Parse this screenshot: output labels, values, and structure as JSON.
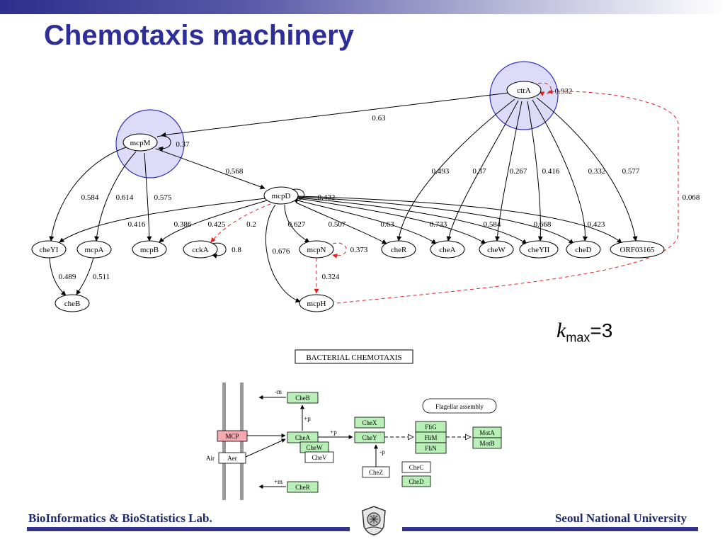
{
  "slide": {
    "title": "Chemotaxis machinery",
    "kmax": {
      "k": "k",
      "sub": "max",
      "eq": "=3"
    }
  },
  "network": {
    "nodes": [
      {
        "id": "ctrA",
        "label": "ctrA",
        "highlight": true
      },
      {
        "id": "mcpM",
        "label": "mcpM",
        "highlight": true
      },
      {
        "id": "mcpD",
        "label": "mcpD"
      },
      {
        "id": "cheYI",
        "label": "cheYI"
      },
      {
        "id": "mcpA",
        "label": "mcpA"
      },
      {
        "id": "mcpB",
        "label": "mcpB"
      },
      {
        "id": "cckA",
        "label": "cckA"
      },
      {
        "id": "mcpN",
        "label": "mcpN"
      },
      {
        "id": "cheR",
        "label": "cheR"
      },
      {
        "id": "cheA",
        "label": "cheA"
      },
      {
        "id": "cheW",
        "label": "cheW"
      },
      {
        "id": "cheYII",
        "label": "cheYII"
      },
      {
        "id": "cheD",
        "label": "cheD"
      },
      {
        "id": "ORF03165",
        "label": "ORF03165"
      },
      {
        "id": "cheB",
        "label": "cheB"
      },
      {
        "id": "mcpH",
        "label": "mcpH"
      }
    ],
    "edges": [
      {
        "from": "ctrA",
        "to": "mcpM",
        "weight": "0.63"
      },
      {
        "from": "ctrA",
        "to": "ctrA",
        "weight": "0.932",
        "style": "red"
      },
      {
        "from": "mcpM",
        "to": "mcpM",
        "weight": "0.37"
      },
      {
        "from": "mcpM",
        "to": "mcpD",
        "weight": "0.568"
      },
      {
        "from": "mcpM",
        "to": "cheYI",
        "weight": "0.584"
      },
      {
        "from": "mcpM",
        "to": "mcpA",
        "weight": "0.614"
      },
      {
        "from": "mcpM",
        "to": "mcpB",
        "weight": "0.575"
      },
      {
        "from": "mcpD",
        "to": "mcpD",
        "weight": "0.432"
      },
      {
        "from": "mcpD",
        "to": "cheYI",
        "weight": "0.416"
      },
      {
        "from": "mcpD",
        "to": "mcpB",
        "weight": "0.386"
      },
      {
        "from": "mcpD",
        "to": "cckA",
        "weight": "0.425",
        "style": "red"
      },
      {
        "from": "mcpD",
        "to": "mcpN",
        "weight": "0.627"
      },
      {
        "from": "mcpD",
        "to": "mcpH",
        "weight": "0.676"
      },
      {
        "from": "mcpD",
        "to": "cheR",
        "weight": "0.507"
      },
      {
        "from": "mcpD",
        "to": "cheA",
        "weight": "0.63"
      },
      {
        "from": "mcpD",
        "to": "cheW",
        "weight": "0.733"
      },
      {
        "from": "mcpD",
        "to": "cheYII",
        "weight": "0.584"
      },
      {
        "from": "mcpD",
        "to": "cheD",
        "weight": "0.668"
      },
      {
        "from": "mcpD",
        "to": "ORF03165",
        "weight": "0.423"
      },
      {
        "from": "cckA",
        "to": "cckA",
        "weight": "0.8"
      },
      {
        "from": "mcpN",
        "to": "mcpN",
        "weight": "0.373",
        "style": "red"
      },
      {
        "from": "mcpN",
        "to": "mcpH",
        "weight": "0.324",
        "style": "red"
      },
      {
        "from": "ctrA",
        "to": "cheR",
        "weight": "0.493"
      },
      {
        "from": "ctrA",
        "to": "cheA",
        "weight": "0.37"
      },
      {
        "from": "ctrA",
        "to": "cheW",
        "weight": "0.267"
      },
      {
        "from": "ctrA",
        "to": "cheYII",
        "weight": "0.416"
      },
      {
        "from": "ctrA",
        "to": "cheD",
        "weight": "0.332"
      },
      {
        "from": "ctrA",
        "to": "ORF03165",
        "weight": "0.577"
      },
      {
        "from": "cheYI",
        "to": "cheB",
        "weight": "0.489"
      },
      {
        "from": "mcpA",
        "to": "cheB",
        "weight": "0.511"
      },
      {
        "from": "mcpH",
        "to": "ctrA",
        "weight": "0.068",
        "style": "red"
      }
    ],
    "extra_labels": [
      {
        "text": "0.2"
      }
    ]
  },
  "kegg": {
    "title": "BACTERIAL CHEMOTAXIS",
    "boxes": {
      "CheB": "CheB",
      "MCP": "MCP",
      "CheA": "CheA",
      "CheW": "CheW",
      "CheV": "CheV",
      "Aer": "Aer",
      "CheR": "CheR",
      "CheX": "CheX",
      "CheY": "CheY",
      "CheZ": "CheZ",
      "CheC": "CheC",
      "CheD": "CheD",
      "FliG": "FliG",
      "FliM": "FliM",
      "FliN": "FliN",
      "MotA": "MotA",
      "MotB": "MotB"
    },
    "flagellar": "Flagellar assembly",
    "labels": {
      "minus_m": "-m",
      "plus_p1": "+p",
      "plus_p2": "+p",
      "minus_p": "-p",
      "plus_m": "+m",
      "air": "Air"
    },
    "colors": {
      "green": "#b8f0b8",
      "pink": "#f4a8b0",
      "white": "#ffffff"
    }
  },
  "footer": {
    "left": "BioInformatics & BioStatistics Lab.",
    "right": "Seoul National University"
  },
  "colors": {
    "title": "#2e2e99",
    "highlight_fill": "#dcdcf8",
    "highlight_stroke": "#3030c0",
    "red_edge": "#e02020"
  }
}
